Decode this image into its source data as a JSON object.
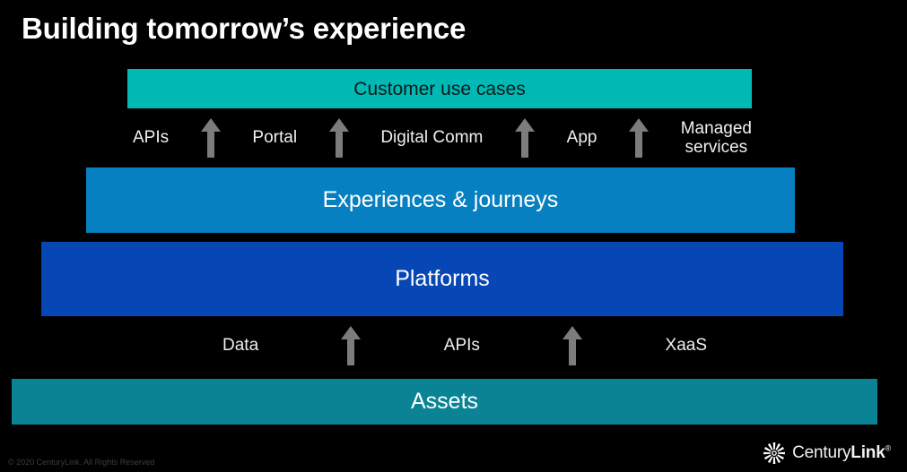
{
  "slide": {
    "title": "Building tomorrow’s experience",
    "background_color": "#000000"
  },
  "layers": [
    {
      "id": "customer-use-cases",
      "label": "Customer use cases",
      "color": "#00b9b5",
      "text_color": "#0c1a1a"
    },
    {
      "id": "experiences-journeys",
      "label": "Experiences & journeys",
      "color": "#0680c0",
      "text_color": "#ffffff"
    },
    {
      "id": "platforms",
      "label": "Platforms",
      "color": "#0646b5",
      "text_color": "#ffffff"
    },
    {
      "id": "assets",
      "label": "Assets",
      "color": "#0a8495",
      "text_color": "#ffffff"
    }
  ],
  "connectors": {
    "top_row": {
      "items": [
        {
          "type": "label",
          "text": "APIs"
        },
        {
          "type": "arrow",
          "icon": "arrow-up-icon"
        },
        {
          "type": "label",
          "text": "Portal"
        },
        {
          "type": "arrow",
          "icon": "arrow-up-icon"
        },
        {
          "type": "label",
          "text": "Digital Comm"
        },
        {
          "type": "arrow",
          "icon": "arrow-up-icon"
        },
        {
          "type": "label",
          "text": "App"
        },
        {
          "type": "arrow",
          "icon": "arrow-up-icon"
        },
        {
          "type": "label",
          "text_line1": "Managed",
          "text_line2": "services"
        }
      ],
      "arrow_color": "#7c7c7c",
      "text_color": "#efefef"
    },
    "bottom_row": {
      "items": [
        {
          "type": "label",
          "text": "Data"
        },
        {
          "type": "arrow",
          "icon": "arrow-up-icon"
        },
        {
          "type": "label",
          "text": "APIs"
        },
        {
          "type": "arrow",
          "icon": "arrow-up-icon"
        },
        {
          "type": "label",
          "text": "XaaS"
        }
      ],
      "arrow_color": "#7c7c7c",
      "text_color": "#efefef"
    }
  },
  "footer": {
    "copyright": "© 2020 CenturyLink. All Rights Reserved",
    "logo": {
      "mark": "centurylink-starburst-icon",
      "name_regular": "Century",
      "name_bold": "Link",
      "registered_mark": "®"
    }
  }
}
